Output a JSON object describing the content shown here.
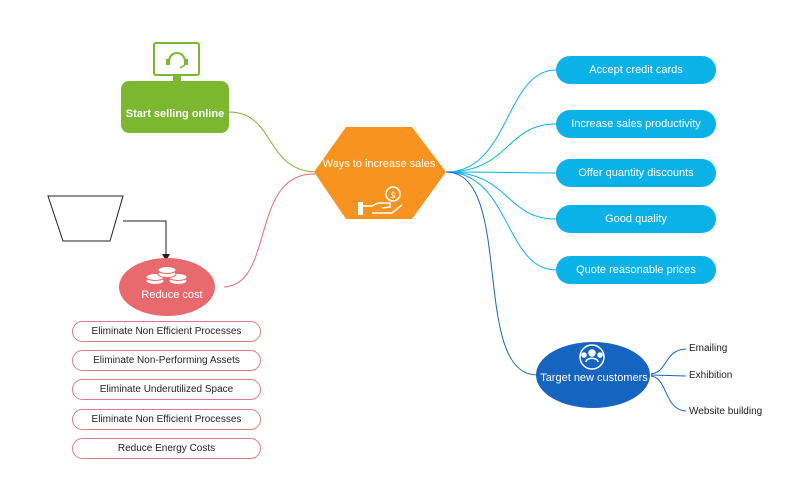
{
  "colors": {
    "center": "#f7931e",
    "green": "#7cb82f",
    "red": "#e86a6e",
    "cyan": "#0ab2e8",
    "navy": "#1565c0"
  },
  "center": {
    "label": "Ways to increase sales",
    "icon": "hand-money-icon"
  },
  "online": {
    "label": "Start selling online",
    "icon": "headset-monitor-icon"
  },
  "cost": {
    "label": "Reduce cost",
    "icon": "coins-icon",
    "items": [
      "Eliminate Non Efficient Processes",
      "Eliminate Non-Performing Assets",
      "Eliminate Underutilized Space",
      "Eliminate Non Efficient Processes",
      "Reduce Energy Costs"
    ]
  },
  "right_topics": [
    "Accept credit cards",
    "Increase sales productivity",
    "Offer quantity discounts",
    "Good quality",
    "Quote reasonable prices"
  ],
  "target": {
    "label": "Target new customers",
    "icon": "people-target-icon",
    "children": [
      "Emailing",
      "Exhibition",
      "Website building"
    ]
  }
}
